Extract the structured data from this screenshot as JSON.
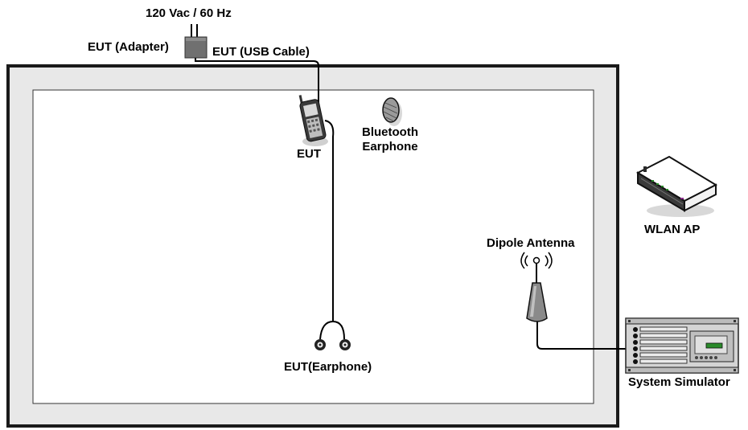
{
  "labels": {
    "power": "120 Vac / 60 Hz",
    "adapter": "EUT (Adapter)",
    "usb_cable": "EUT (USB Cable)",
    "eut": "EUT",
    "bluetooth_line1": "Bluetooth",
    "bluetooth_line2": "Earphone",
    "earphone": "EUT(Earphone)",
    "dipole": "Dipole Antenna",
    "wlan_ap": "WLAN AP",
    "simulator": "System Simulator"
  },
  "colors": {
    "chamber_outer": "#e8e8e8",
    "chamber_border": "#1a1a1a",
    "inner_area": "#ffffff",
    "cable": "#000000",
    "device_dark": "#333333",
    "device_light": "#d9d9d9",
    "accent_green": "#2a8a2a",
    "accent_purple": "#8a2a8a"
  },
  "icons": {
    "plug": "power-plug-icon",
    "adapter": "adapter-box-icon",
    "phone": "mobile-phone-icon",
    "bt_earphone": "bluetooth-earphone-icon",
    "earphones": "wired-earphones-icon",
    "antenna": "dipole-antenna-icon",
    "wlan": "wlan-router-icon",
    "simulator": "system-simulator-icon"
  }
}
